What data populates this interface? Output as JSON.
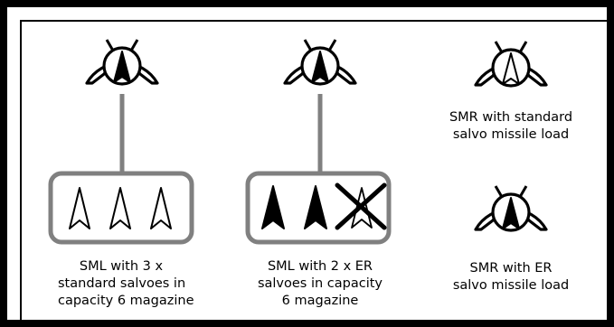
{
  "captions": {
    "sml_standard": [
      "SML with 3 x",
      "standard salvoes in",
      "capacity 6 magazine"
    ],
    "sml_er": [
      "SML with 2 x ER",
      "salvoes in capacity",
      "6 magazine"
    ],
    "smr_standard": [
      "SMR with standard",
      "salvo missile load"
    ],
    "smr_er": [
      "SMR with ER",
      "salvo missile load"
    ]
  },
  "colors": {
    "frame": "#000000",
    "background": "#ffffff",
    "connector": "#808080",
    "magazine_border": "#808080",
    "ink": "#000000"
  },
  "icons": {
    "launcher_1": "missile-launcher-icon",
    "launcher_2": "missile-launcher-icon",
    "launcher_3": "missile-launcher-icon",
    "launcher_4": "missile-launcher-icon"
  }
}
